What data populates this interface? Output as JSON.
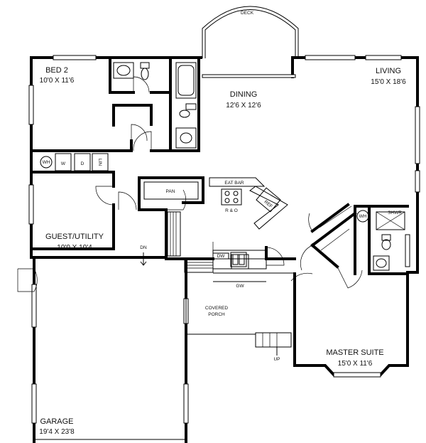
{
  "rooms": {
    "deck": {
      "name": "DECK"
    },
    "bed2": {
      "name": "BED 2",
      "dims": "10'0 X 11'6"
    },
    "dining": {
      "name": "DINING",
      "dims": "12'6 X 12'6"
    },
    "living": {
      "name": "LIVING",
      "dims": "15'0 X 18'6"
    },
    "guest": {
      "name": "GUEST/UTILITY",
      "dims": "10'0 X 10'4"
    },
    "master": {
      "name": "MASTER SUITE",
      "dims": "15'0 X 11'6"
    },
    "garage": {
      "name": "GARAGE",
      "dims": "19'4 X 23'8"
    },
    "porch": {
      "line1": "COVERED",
      "line2": "PORCH"
    }
  },
  "fixtures": {
    "wh": "WH",
    "w": "W",
    "d": "D",
    "lin": "LIN",
    "pan": "PAN",
    "eat_bar": "EAT BAR",
    "range": "R & O",
    "ref": "REF",
    "dw": "DW",
    "gw": "GW",
    "shwr": "SHWR",
    "wh2": "WH"
  },
  "annotations": {
    "dn": "DN",
    "up": "UP"
  }
}
